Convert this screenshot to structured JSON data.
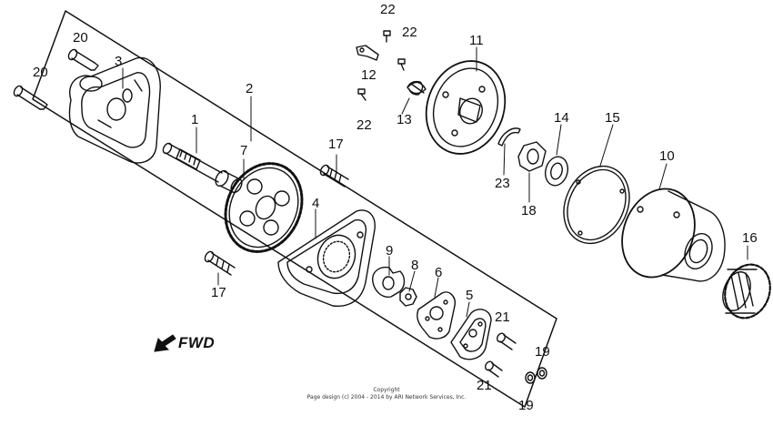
{
  "callouts": [
    {
      "id": "c1",
      "text": "1"
    },
    {
      "id": "c2",
      "text": "2"
    },
    {
      "id": "c3",
      "text": "3"
    },
    {
      "id": "c4",
      "text": "4"
    },
    {
      "id": "c5",
      "text": "5"
    },
    {
      "id": "c6",
      "text": "6"
    },
    {
      "id": "c7",
      "text": "7"
    },
    {
      "id": "c8",
      "text": "8"
    },
    {
      "id": "c9",
      "text": "9"
    },
    {
      "id": "c10",
      "text": "10"
    },
    {
      "id": "c11",
      "text": "11"
    },
    {
      "id": "c12",
      "text": "12"
    },
    {
      "id": "c13",
      "text": "13"
    },
    {
      "id": "c14",
      "text": "14"
    },
    {
      "id": "c15",
      "text": "15"
    },
    {
      "id": "c16",
      "text": "16"
    },
    {
      "id": "c17a",
      "text": "17"
    },
    {
      "id": "c17b",
      "text": "17"
    },
    {
      "id": "c18",
      "text": "18"
    },
    {
      "id": "c19a",
      "text": "19"
    },
    {
      "id": "c19b",
      "text": "19"
    },
    {
      "id": "c20a",
      "text": "20"
    },
    {
      "id": "c20b",
      "text": "20"
    },
    {
      "id": "c21a",
      "text": "21"
    },
    {
      "id": "c21b",
      "text": "21"
    },
    {
      "id": "c22a",
      "text": "22"
    },
    {
      "id": "c22b",
      "text": "22"
    },
    {
      "id": "c22c",
      "text": "22"
    },
    {
      "id": "c23",
      "text": "23"
    }
  ],
  "direction": {
    "label": "FWD",
    "icon": "arrow-left-down-icon"
  },
  "copyright": {
    "line1": "Copyright",
    "line2": "Page design (c) 2004 - 2014 by ARI Network Services, Inc."
  },
  "colors": {
    "line": "#111111",
    "background": "#ffffff"
  }
}
